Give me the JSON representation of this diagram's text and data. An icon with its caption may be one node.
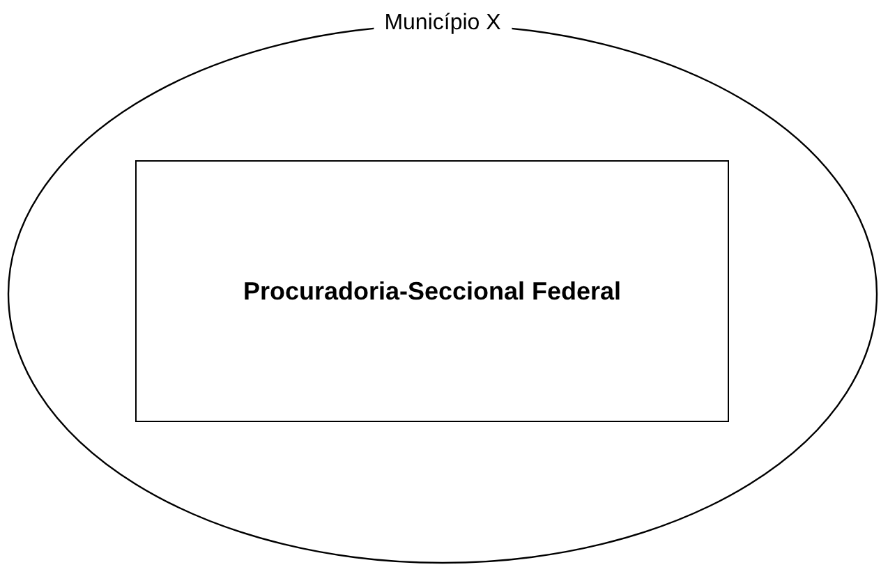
{
  "diagram": {
    "nodes": [
      {
        "text": [
          "Município X"
        ]
      },
      {
        "text": [
          "Procuradoria-Seccional Federal"
        ],
        "in": 0
      }
    ]
  }
}
